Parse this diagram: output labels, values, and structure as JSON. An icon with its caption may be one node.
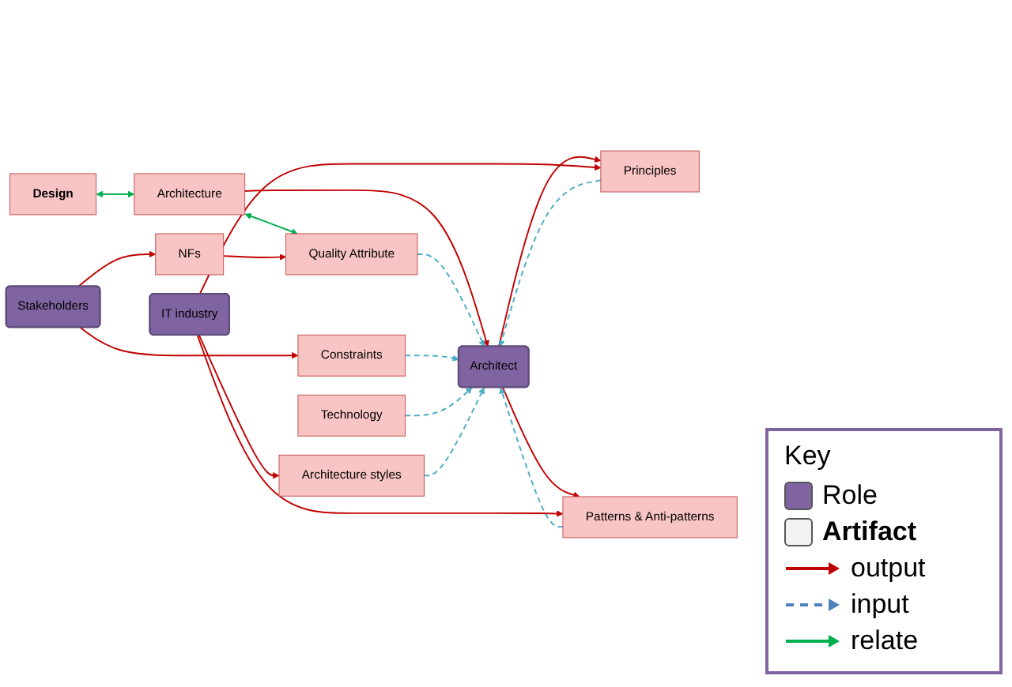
{
  "diagram": {
    "nodes": [
      {
        "text": [
          "Design"
        ]
      },
      {
        "text": [
          "NFs"
        ]
      },
      {
        "text": [
          "Stakeholders"
        ]
      },
      {
        "text": [
          "Architecture"
        ]
      },
      {
        "text": [
          "Quality Attribute"
        ]
      },
      {
        "text": [
          "Constraints"
        ]
      },
      {
        "text": [
          "Principles"
        ]
      },
      {
        "text": [
          "IT industry"
        ]
      },
      {
        "text": [
          "Architect"
        ]
      },
      {
        "text": [
          "Technology"
        ]
      },
      {
        "text": [
          "Patterns & Anti-patterns"
        ]
      },
      {
        "text": [
          "Architecture styles"
        ]
      }
    ],
    "edges": [
      {
        "from": 0,
        "to": 3,
        "arrow": "both",
        "color": "#00b050"
      },
      {
        "from": 2,
        "to": 1,
        "arrow": "to"
      },
      {
        "from": 3,
        "to": 4,
        "arrow": "both",
        "color": "#00b050"
      },
      {
        "from": 1,
        "to": 4,
        "arrow": "to"
      },
      {
        "from": 2,
        "to": 5,
        "arrow": "to"
      },
      {
        "from": 3,
        "to": 8,
        "arrow": "to"
      },
      {
        "from": 8,
        "to": 6,
        "arrow": "to"
      },
      {
        "from": 8,
        "to": 10,
        "arrow": "to"
      },
      {
        "from": 7,
        "to": 6,
        "arrow": "to"
      },
      {
        "from": 7,
        "to": 10,
        "arrow": "to"
      },
      {
        "from": 7,
        "to": 11,
        "arrow": "to"
      },
      {
        "from": 4,
        "to": 8,
        "arrow": "to",
        "style": "dashed",
        "color": "#4bacc6"
      },
      {
        "from": 5,
        "to": 8,
        "arrow": "to",
        "style": "dashed",
        "color": "#4bacc6"
      },
      {
        "from": 6,
        "to": 8,
        "arrow": "to",
        "style": "dashed",
        "color": "#4bacc6"
      },
      {
        "from": 10,
        "to": 8,
        "arrow": "to",
        "style": "dashed",
        "color": "#4bacc6"
      },
      {
        "from": 9,
        "to": 8,
        "arrow": "to",
        "style": "dashed",
        "color": "#4bacc6"
      },
      {
        "from": 11,
        "to": 8,
        "arrow": "to",
        "style": "dashed",
        "color": "#4bacc6"
      }
    ],
    "labels": [
      "Key"
    ],
    "legend": [
      {
        "text": "Role",
        "color": "#8064a2"
      },
      {
        "text": "Artifact",
        "color": "#f2f2f2"
      },
      {
        "text": "output"
      },
      {
        "text": "input"
      },
      {
        "text": "relate"
      }
    ]
  }
}
